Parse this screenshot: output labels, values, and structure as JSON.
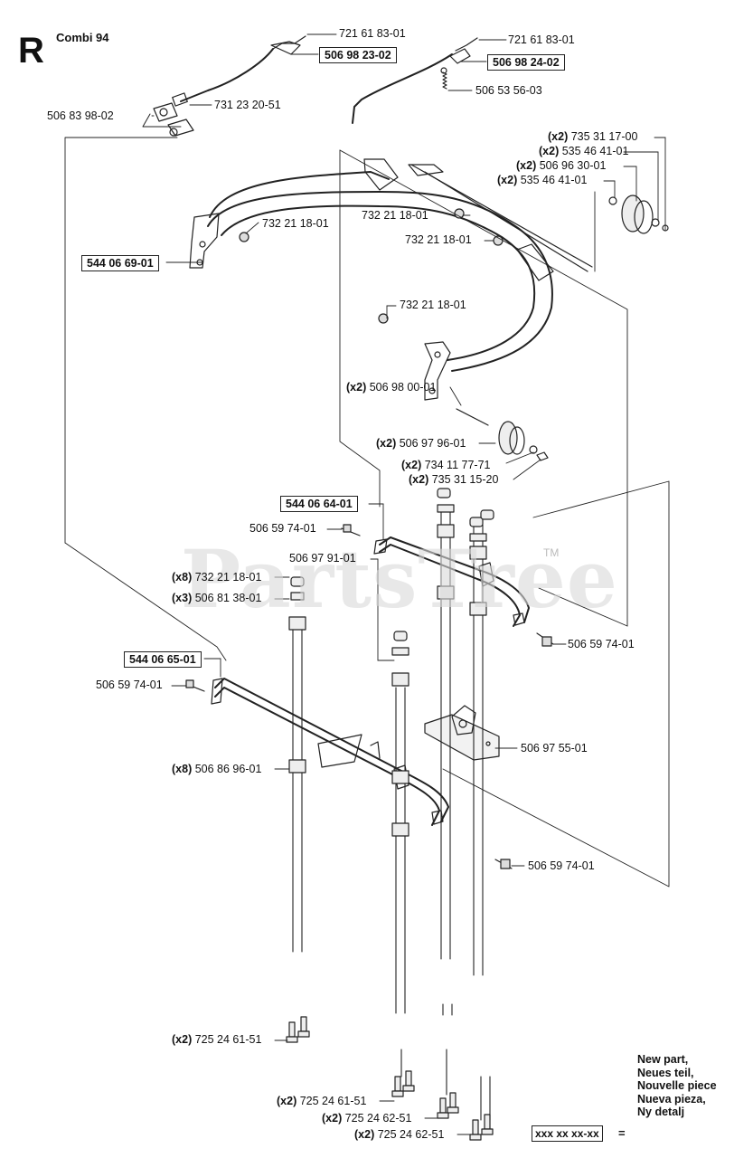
{
  "header": {
    "section_letter": "R",
    "model": "Combi 94"
  },
  "watermark": {
    "text": "PartsTree",
    "trademark": "TM"
  },
  "legend": {
    "box_text": "xxx xx xx-xx",
    "equals": "=",
    "lines": [
      "New part,",
      "Neues teil,",
      "Nouvelle piece",
      "Nueva pieza,",
      "Ny detalj"
    ]
  },
  "callouts": [
    {
      "qty": "",
      "part": "721 61 83-01",
      "boxed": false
    },
    {
      "qty": "",
      "part": "506 98 23-02",
      "boxed": true
    },
    {
      "qty": "",
      "part": "721 61 83-01",
      "boxed": false
    },
    {
      "qty": "",
      "part": "506 98 24-02",
      "boxed": true
    },
    {
      "qty": "",
      "part": "506 53 56-03",
      "boxed": false
    },
    {
      "qty": "",
      "part": "731 23 20-51",
      "boxed": false
    },
    {
      "qty": "",
      "part": "506 83 98-02",
      "boxed": false
    },
    {
      "qty": "(x2)",
      "part": "735 31 17-00",
      "boxed": false
    },
    {
      "qty": "(x2)",
      "part": "535 46 41-01",
      "boxed": false
    },
    {
      "qty": "(x2)",
      "part": "506 96 30-01",
      "boxed": false
    },
    {
      "qty": "(x2)",
      "part": "535 46 41-01",
      "boxed": false
    },
    {
      "qty": "",
      "part": "732 21 18-01",
      "boxed": false
    },
    {
      "qty": "",
      "part": "732 21 18-01",
      "boxed": false
    },
    {
      "qty": "",
      "part": "732 21 18-01",
      "boxed": false
    },
    {
      "qty": "",
      "part": "544 06 69-01",
      "boxed": true
    },
    {
      "qty": "",
      "part": "732 21 18-01",
      "boxed": false
    },
    {
      "qty": "(x2)",
      "part": "506 98 00-01",
      "boxed": false
    },
    {
      "qty": "(x2)",
      "part": "506 97 96-01",
      "boxed": false
    },
    {
      "qty": "(x2)",
      "part": "734 11 77-71",
      "boxed": false
    },
    {
      "qty": "(x2)",
      "part": "735 31 15-20",
      "boxed": false
    },
    {
      "qty": "",
      "part": "544 06 64-01",
      "boxed": true
    },
    {
      "qty": "",
      "part": "506 59 74-01",
      "boxed": false
    },
    {
      "qty": "",
      "part": "506 97 91-01",
      "boxed": false
    },
    {
      "qty": "(x8)",
      "part": "732 21 18-01",
      "boxed": false
    },
    {
      "qty": "(x3)",
      "part": "506 81 38-01",
      "boxed": false
    },
    {
      "qty": "",
      "part": "506 59 74-01",
      "boxed": false
    },
    {
      "qty": "",
      "part": "544 06 65-01",
      "boxed": true
    },
    {
      "qty": "",
      "part": "506 59 74-01",
      "boxed": false
    },
    {
      "qty": "",
      "part": "506 97 55-01",
      "boxed": false
    },
    {
      "qty": "(x8)",
      "part": "506 86 96-01",
      "boxed": false
    },
    {
      "qty": "",
      "part": "506 59 74-01",
      "boxed": false
    },
    {
      "qty": "(x2)",
      "part": "725 24 61-51",
      "boxed": false
    },
    {
      "qty": "(x2)",
      "part": "725 24 61-51",
      "boxed": false
    },
    {
      "qty": "(x2)",
      "part": "725 24 62-51",
      "boxed": false
    },
    {
      "qty": "(x2)",
      "part": "725 24 62-51",
      "boxed": false
    }
  ]
}
